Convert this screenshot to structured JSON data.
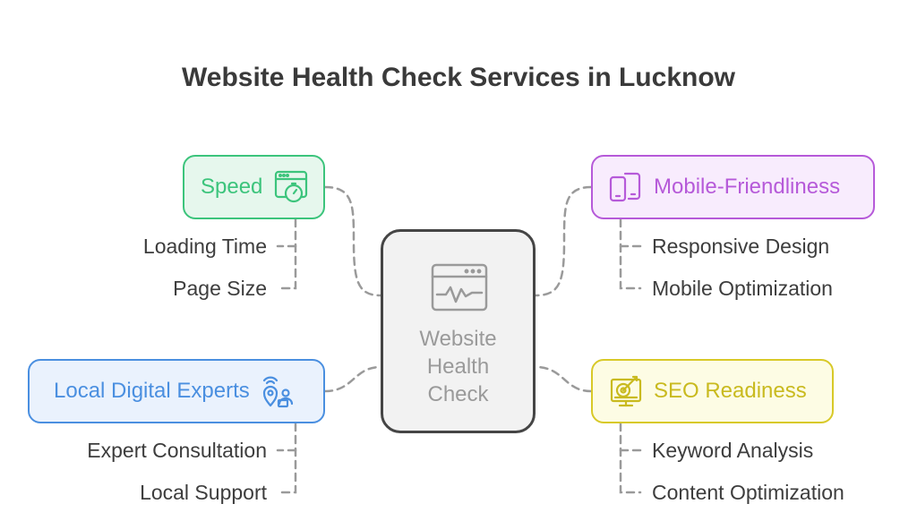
{
  "title": "Website Health Check Services in Lucknow",
  "center": {
    "lines": [
      "Website",
      "Health",
      "Check"
    ],
    "icon": "browser-pulse-icon"
  },
  "branches": {
    "speed": {
      "label": "Speed",
      "icon": "stopwatch-browser-icon",
      "color": "#3cc47c",
      "fill": "#e6f7ed",
      "items": [
        "Loading Time",
        "Page Size"
      ]
    },
    "mobile": {
      "label": "Mobile-Friendliness",
      "icon": "devices-icon",
      "color": "#b65ad9",
      "fill": "#f8ecfd",
      "items": [
        "Responsive Design",
        "Mobile Optimization"
      ]
    },
    "local": {
      "label": "Local Digital Experts",
      "icon": "location-expert-icon",
      "color": "#4a8fe0",
      "fill": "#eaf2fd",
      "items": [
        "Expert Consultation",
        "Local Support"
      ]
    },
    "seo": {
      "label": "SEO Readiness",
      "icon": "target-monitor-icon",
      "color": "#d8c928",
      "fill": "#fdfce4",
      "items": [
        "Keyword Analysis",
        "Content Optimization"
      ]
    }
  },
  "colors": {
    "title": "#3a3a3a",
    "center_border": "#454545",
    "center_fill": "#f2f2f2",
    "connector": "#9a9a9a"
  }
}
